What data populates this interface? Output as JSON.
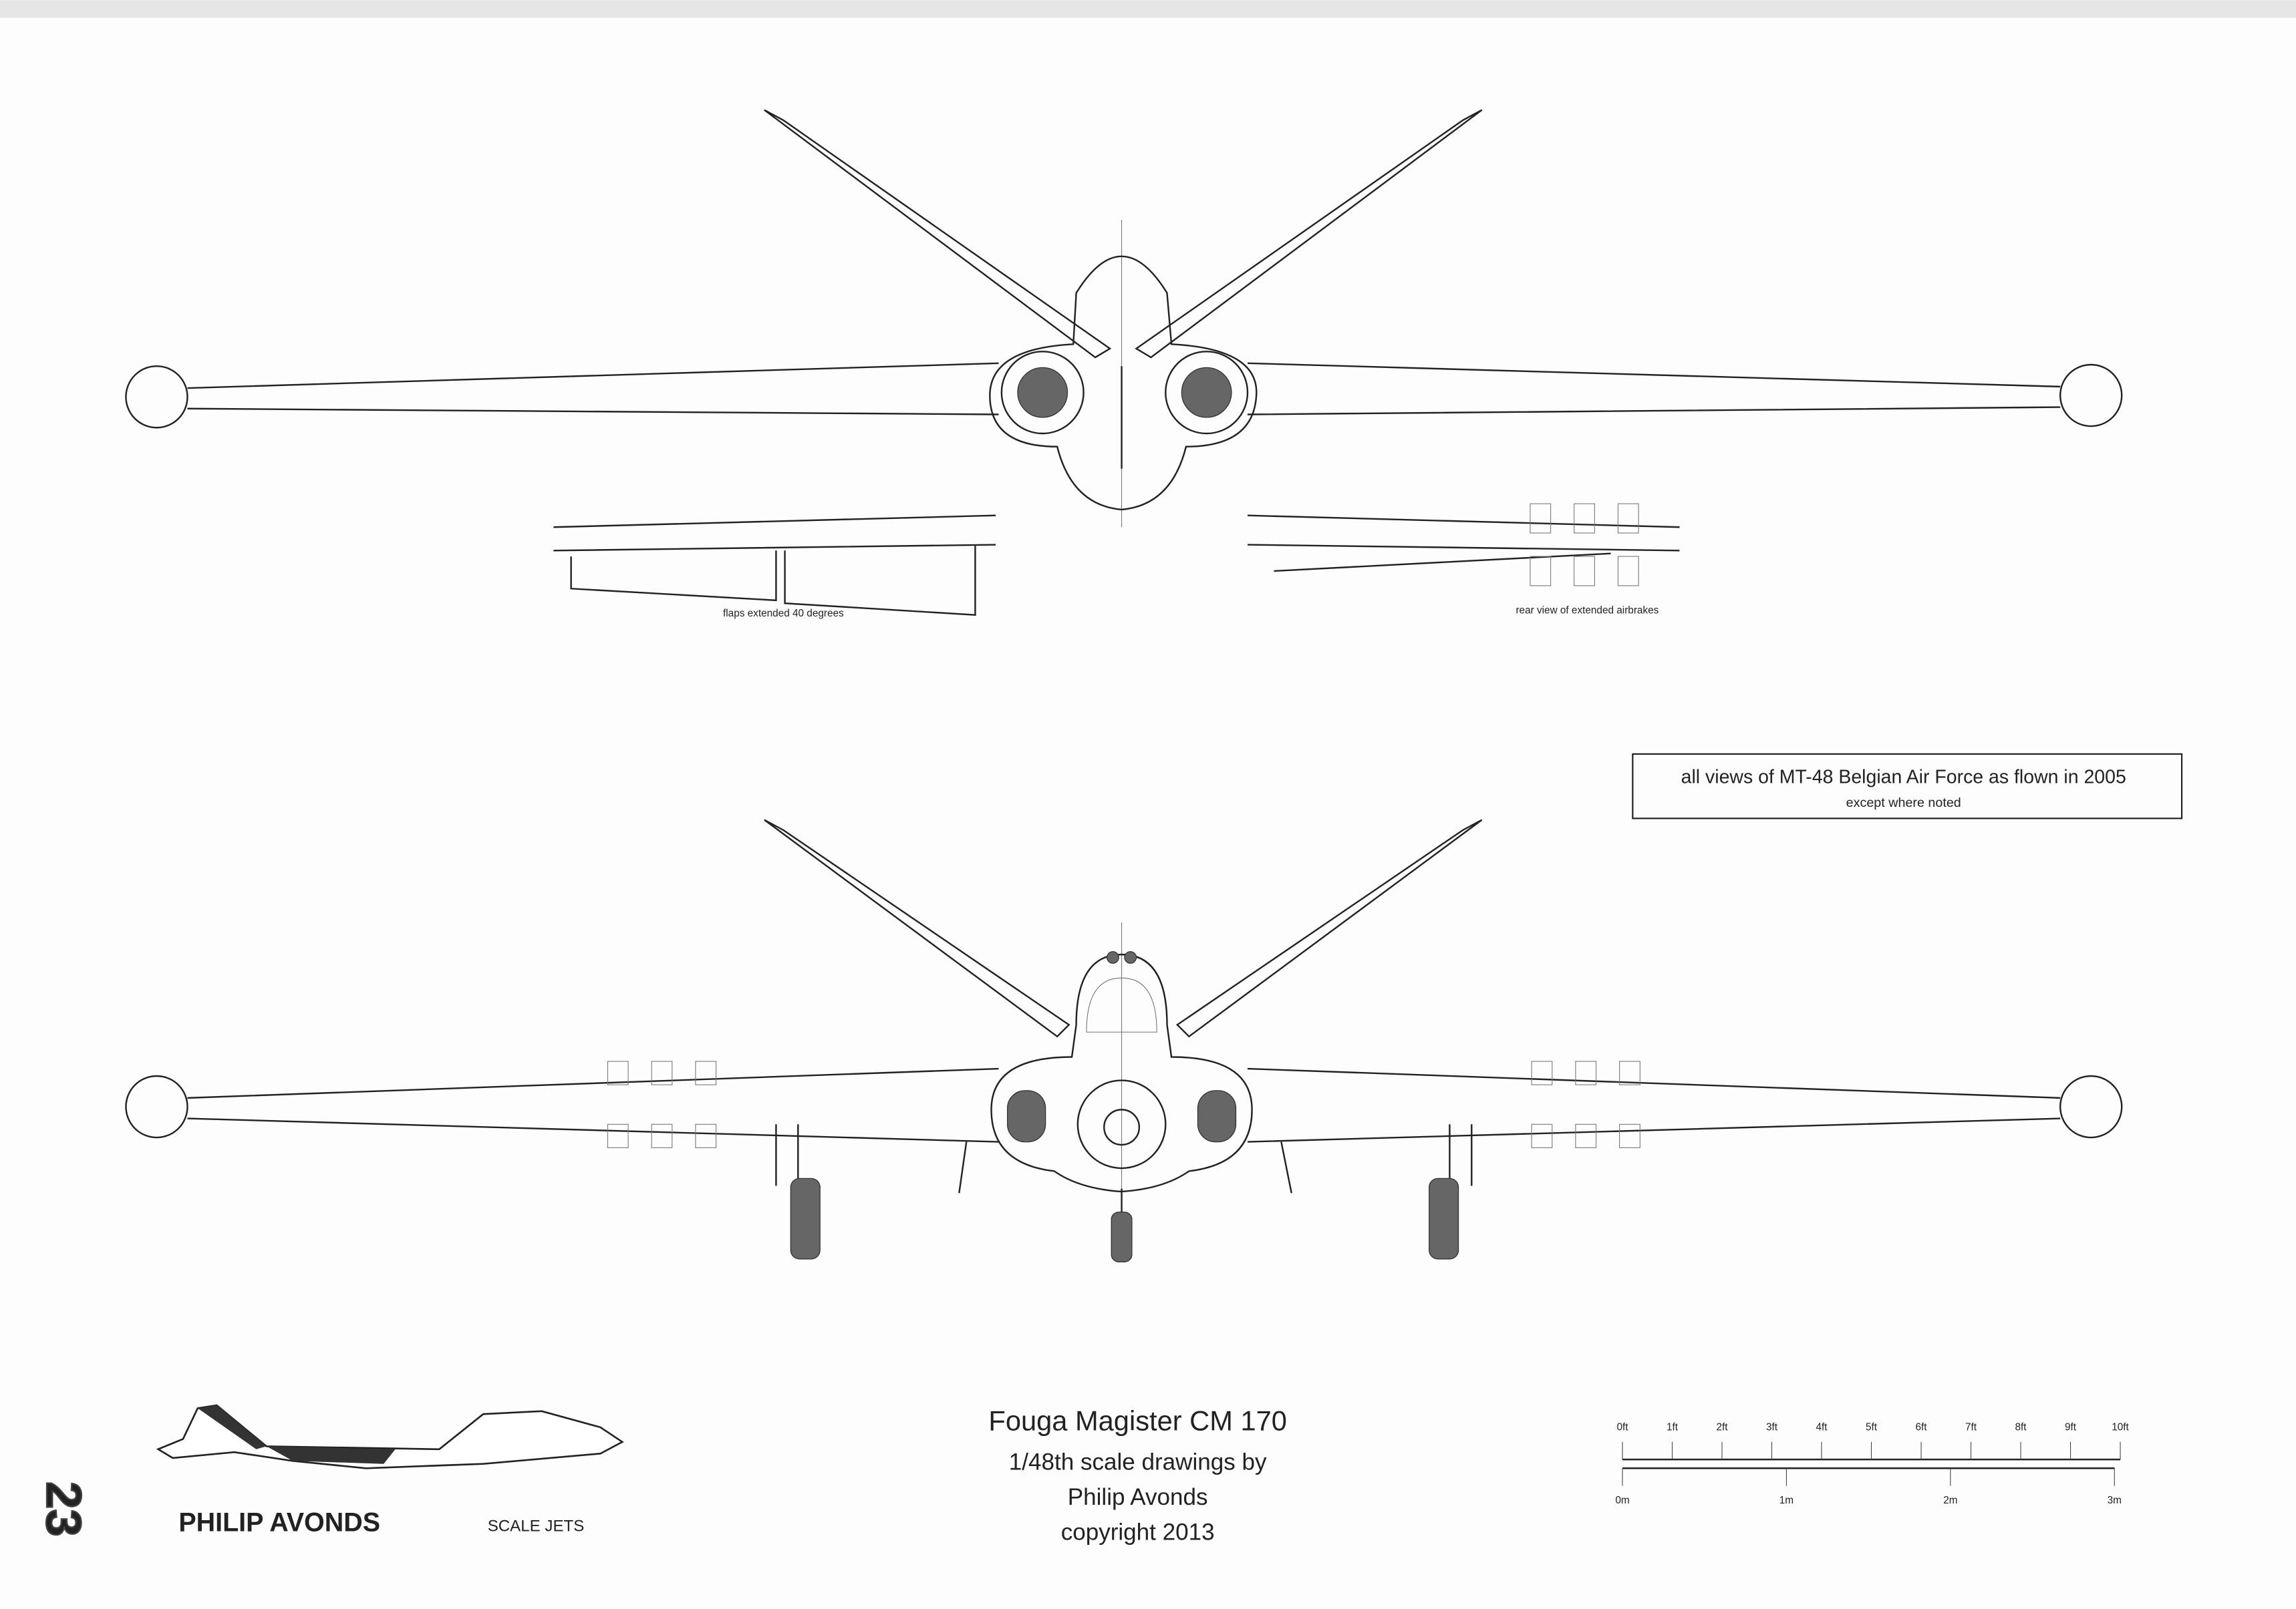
{
  "views": {
    "flaps_label": "flaps extended  40 degrees",
    "airbrakes_label": "rear view of extended airbrakes"
  },
  "note_box": {
    "line1": "all views of MT-48 Belgian Air Force as flown in 2005",
    "line2": "except where noted"
  },
  "title_block": {
    "title": "Fouga Magister CM 170",
    "line2": "1/48th scale drawings by",
    "line3": "Philip Avonds",
    "line4": "copyright 2013"
  },
  "scale_bar": {
    "feet_ticks": [
      "0ft",
      "1ft",
      "2ft",
      "3ft",
      "4ft",
      "5ft",
      "6ft",
      "7ft",
      "8ft",
      "9ft",
      "10ft"
    ],
    "metre_ticks": [
      "0m",
      "1m",
      "2m",
      "3m"
    ]
  },
  "logo": {
    "name": "PHILIP AVONDS",
    "tagline": "SCALE JETS"
  },
  "page_number": "23",
  "colors": {
    "ink": "#222222",
    "fill": "#666666",
    "paper": "#fdfdfd"
  }
}
